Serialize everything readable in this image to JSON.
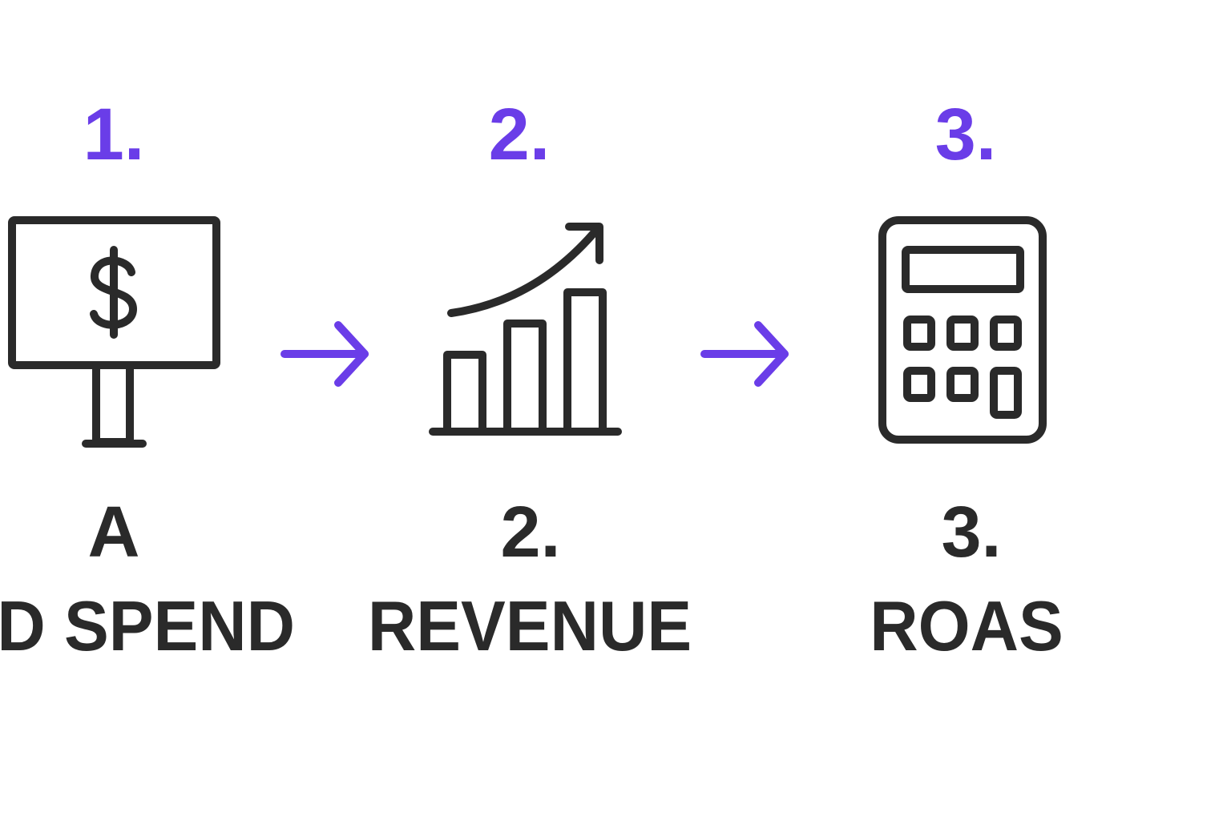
{
  "colors": {
    "accent": "#6a3de8",
    "ink": "#2a2a2a"
  },
  "steps": [
    {
      "number": "1.",
      "sub": "A",
      "label": "AD SPEND",
      "icon": "billboard-dollar-icon"
    },
    {
      "number": "2.",
      "sub": "2.",
      "label": "REVENUE",
      "icon": "growth-chart-icon"
    },
    {
      "number": "3.",
      "sub": "3.",
      "label": "ROAS",
      "icon": "calculator-icon"
    }
  ]
}
